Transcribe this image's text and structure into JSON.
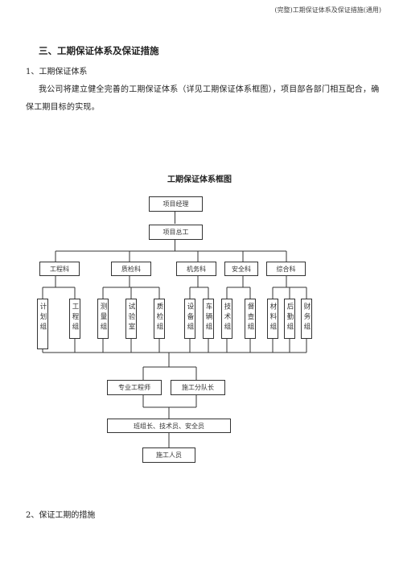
{
  "header": {
    "doc_title": "(完整)工期保证体系及保证措施(通用)"
  },
  "section": {
    "heading": "三、工期保证体系及保证措施",
    "sub1": "1、工期保证体系",
    "paragraph": "我公司将建立健全完善的工期保证体系（详见工期保证体系框图），项目部各部门相互配合，确保工期目标的实现。",
    "sub2": "2、保证工期的措施"
  },
  "chart": {
    "title": "工期保证体系框图",
    "manager": "项目经理",
    "chief_engineer": "项目总工",
    "departments": [
      "工程科",
      "质检科",
      "机务科",
      "安全科",
      "综合科"
    ],
    "groups": [
      "计划组",
      "工程组",
      "测量组",
      "试验室",
      "质检组",
      "设备组",
      "车辆组",
      "技术组",
      "督查组",
      "材料组",
      "后勤组",
      "财务组"
    ],
    "engineer": "专业工程师",
    "captain": "施工分队长",
    "leaders": "班组长、技术员、安全员",
    "workers": "施工人员"
  }
}
